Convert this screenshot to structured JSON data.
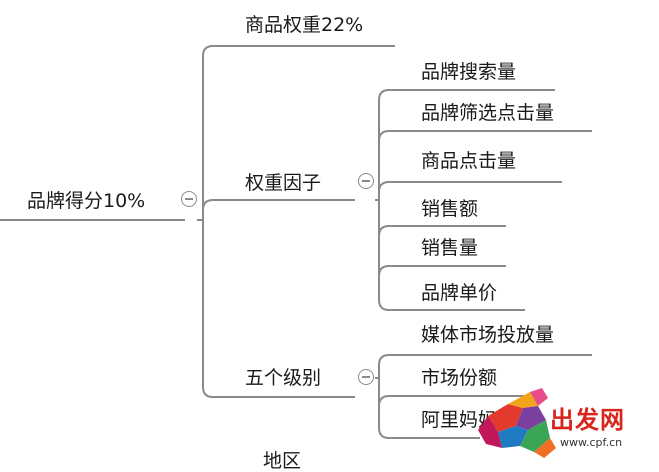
{
  "mindmap": {
    "root": "品牌得分10%",
    "level1": {
      "weight": "商品权重22%",
      "factors": "权重因子",
      "grades": "五个级别",
      "region": "地区"
    },
    "factors_children": [
      "品牌搜索量",
      "品牌筛选点击量",
      "商品点击量",
      "销售额",
      "销售量",
      "品牌单价"
    ],
    "grades_children": [
      "媒体市场投放量",
      "市场份额",
      "阿里妈妈"
    ]
  },
  "watermark": {
    "title": "出发网",
    "url": "www.cpf.cn"
  },
  "colors": {
    "line": "#8a8a8a",
    "text": "#1a1a1a",
    "watermark_red": "#d9241b"
  }
}
